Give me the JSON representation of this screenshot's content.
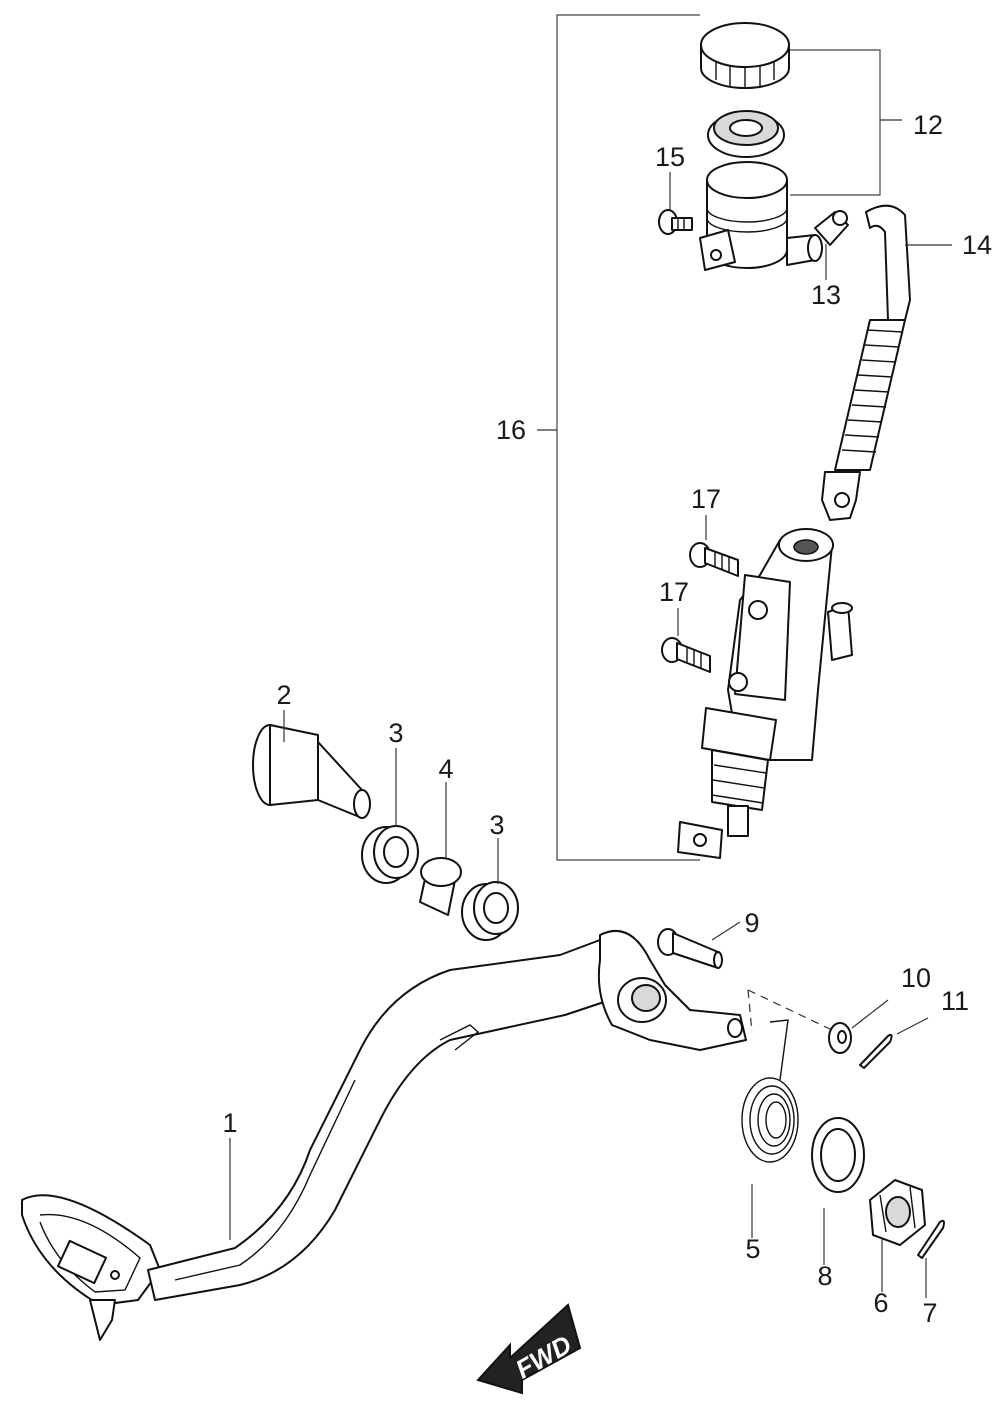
{
  "callouts": {
    "p1": "1",
    "p2": "2",
    "p3a": "3",
    "p3b": "3",
    "p4": "4",
    "p5": "5",
    "p6": "6",
    "p7": "7",
    "p8": "8",
    "p9": "9",
    "p10": "10",
    "p11": "11",
    "p12": "12",
    "p13": "13",
    "p14": "14",
    "p15": "15",
    "p16": "16",
    "p17a": "17",
    "p17b": "17"
  },
  "direction_label": "FWD"
}
